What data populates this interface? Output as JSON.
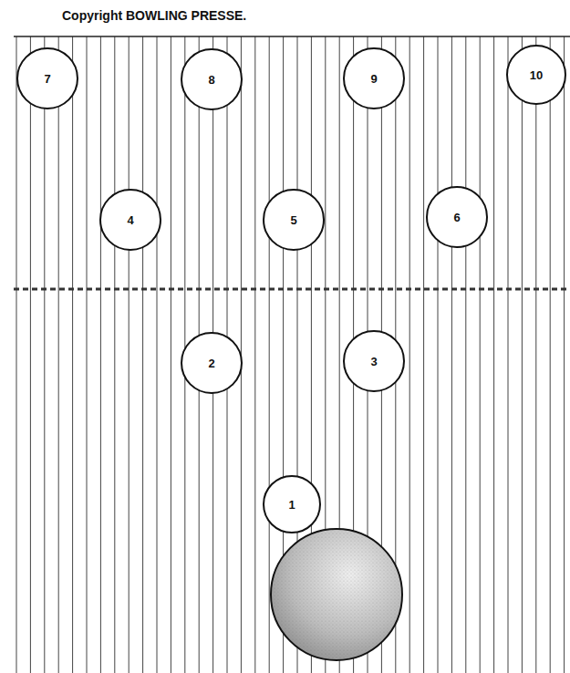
{
  "diagram": {
    "nodes": [
      {
        "text": [
          "7"
        ]
      },
      {
        "text": [
          "8"
        ]
      },
      {
        "text": [
          "9"
        ]
      },
      {
        "text": [
          "10"
        ]
      },
      {
        "text": [
          "4"
        ]
      },
      {
        "text": [
          "5"
        ]
      },
      {
        "text": [
          "6"
        ]
      },
      {
        "text": [
          "2"
        ]
      },
      {
        "text": [
          "3"
        ]
      },
      {
        "text": [
          "1"
        ]
      }
    ],
    "labels": [
      "Copyright BOWLING PRESSE."
    ]
  }
}
